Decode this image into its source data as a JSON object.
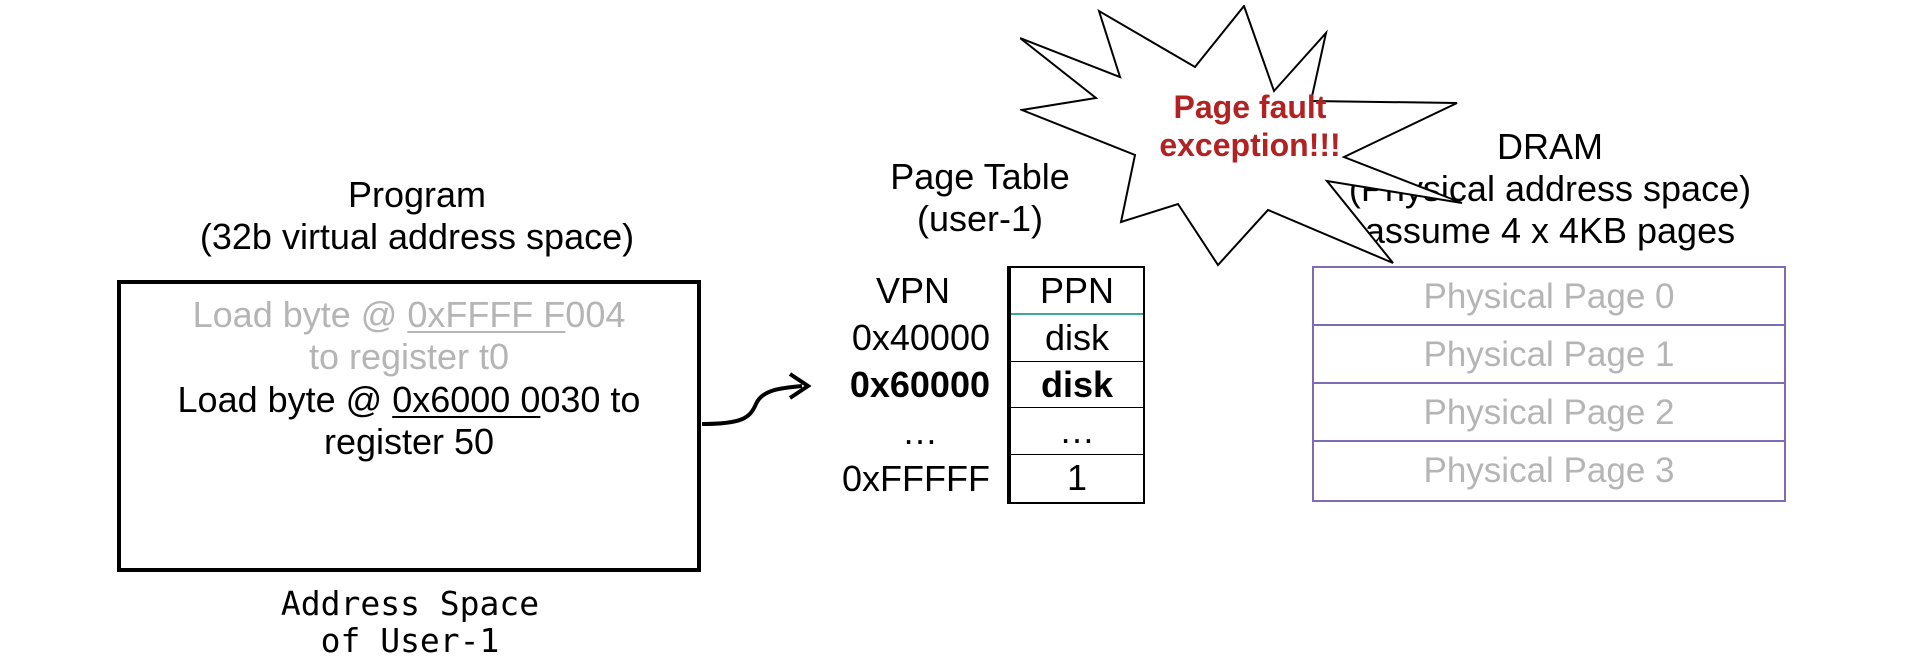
{
  "program": {
    "title_line1": "Program",
    "title_line2": "(32b virtual address space)",
    "instr1_prefix": "Load byte @ ",
    "instr1_addr_underlined": "0xFFFF F",
    "instr1_addr_rest": "004",
    "instr1_line2": "to register t0",
    "instr2_prefix": "Load byte @ ",
    "instr2_addr_underlined": "0x6000 0",
    "instr2_addr_rest": "030 to",
    "instr2_line2": "register 50",
    "caption_line1": "Address Space",
    "caption_line2": "of User-1"
  },
  "page_table": {
    "title_line1": "Page Table",
    "title_line2": "(user-1)",
    "vpn_header": "VPN",
    "ppn_header": "PPN",
    "rows": [
      {
        "vpn": "0x40000",
        "ppn": "disk"
      },
      {
        "vpn": "0x60000",
        "ppn": "disk"
      },
      {
        "vpn": "…",
        "ppn": "…"
      },
      {
        "vpn": "0xFFFFF",
        "ppn": "1"
      }
    ]
  },
  "dram": {
    "title_line1": "DRAM",
    "title_line2": "(Physical address space)",
    "title_line3": "assume 4 x 4KB pages",
    "pages": [
      "Physical Page 0",
      "Physical Page 1",
      "Physical Page 2",
      "Physical Page 3"
    ]
  },
  "exception": {
    "line1": "Page fault",
    "line2": "exception!!!"
  },
  "colors": {
    "exception_text": "#b22222",
    "dram_border": "#7d6cb5",
    "ppn_header_rule": "#3fa89a",
    "faded_text": "#b5b5b5"
  }
}
